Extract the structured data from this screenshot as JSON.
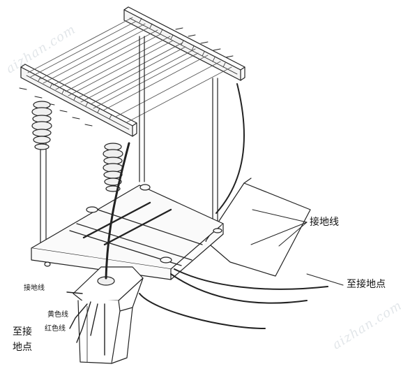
{
  "labels": {
    "ground_wire_right": "接地线",
    "to_ground_right": "至接地点",
    "ground_wire_left": "接地线",
    "yellow_wire": "黄色线",
    "red_wire": "红色线",
    "to_ground_left_line1": "至接",
    "to_ground_left_line2": "地点"
  },
  "watermarks": {
    "top_left": "aizhan.com",
    "bottom_right": "aizhan.com"
  }
}
